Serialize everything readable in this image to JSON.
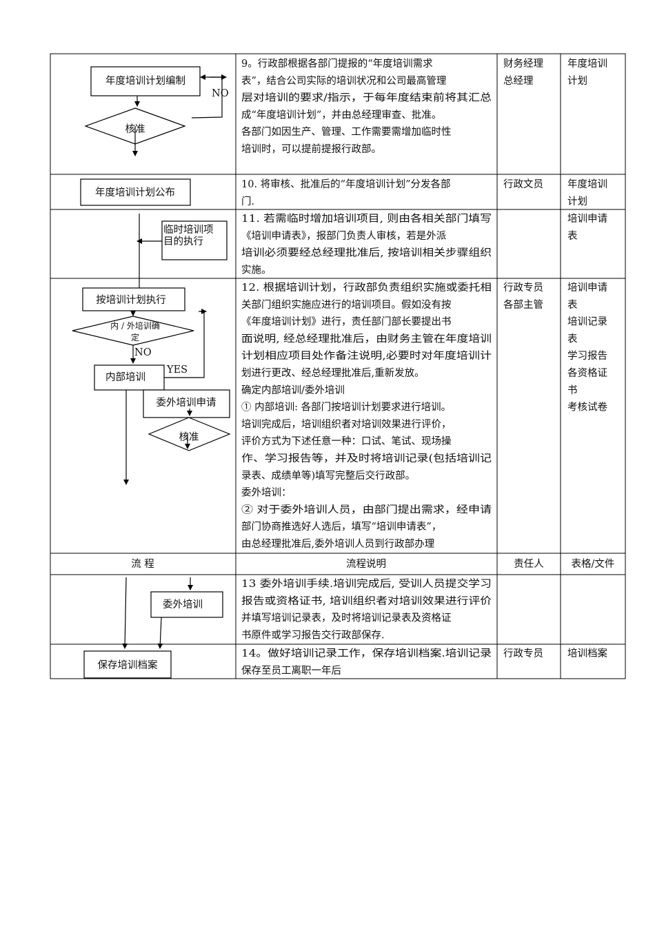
{
  "header_row": {
    "flow": "流  程",
    "desc": "流程说明",
    "owner": "责任人",
    "forms": "表格/文件"
  },
  "rows": [
    {
      "id": "row9",
      "desc_lines": [
        "9。行政部根据各部门提报的“年度培训需求",
        "表”，结合公司实际的培训状况和公司最高管理",
        "层对培训的要求/指示，于每年度结束前将其汇总",
        "成“年度培训计划”，并由总经理审查、批准。",
        "各部门如因生产、管理、工作需要需增加临时性",
        "培训时，可以提前提报行政部。"
      ],
      "owner_lines": [
        "财务经理",
        "总经理"
      ],
      "forms_lines": [
        "年度培训",
        "计划"
      ]
    },
    {
      "id": "row10",
      "desc_lines": [
        "10. 将审核、批准后的“年度培训计划”分发各部",
        "门."
      ],
      "owner_lines": [
        "行政文员"
      ],
      "forms_lines": [
        "年度培训",
        "计划"
      ]
    },
    {
      "id": "row11",
      "desc_lines": [
        "11. 若需临时增加培训项目, 则由各相关部门填写",
        "《培训申请表》，报部门负责人审核，若是外派",
        "培训必须要经总经理批准后, 按培训相关步骤组织",
        "实施。"
      ],
      "owner_lines": [],
      "forms_lines": [
        "培训申请",
        "表"
      ]
    },
    {
      "id": "row12",
      "desc_lines": [
        "12. 根据培训计划，行政部负责组织实施或委托相",
        "关部门组织实施应进行的培训项目。假如没有按",
        "《年度培训计划》进行，责任部门部长要提出书",
        "面说明, 经总经理批准后，由财务主管在年度培训",
        "计划相应项目处作备注说明,必要时对年度培训计",
        "划进行更改、经总经理批准后,重新发放。",
        "确定内部培训/委外培训",
        "① 内部培训: 各部门按培训计划要求进行培训。",
        "培训完成后，培训组织者对培训效果进行评价，",
        "评价方式为下述任意一种：口试、笔试、现场操",
        "作、学习报告等，并及时将培训记录(包括培训记",
        "录表、成绩单等)填写完整后交行政部。",
        "委外培训：",
        "② 对于委外培训人员，由部门提出需求，经申请",
        "部门协商推选好人选后，填写“培训申请表”，",
        "由总经理批准后,委外培训人员到行政部办理"
      ],
      "owner_lines": [
        "行政专员",
        "各部主管"
      ],
      "forms_lines": [
        "培训申请",
        "表",
        "培训记录",
        "表",
        "学习报告",
        "各资格证",
        "书",
        "考核试卷"
      ]
    },
    {
      "id": "row13",
      "desc_lines": [
        "13 委外培训手续.培训完成后, 受训人员提交学习",
        "报告或资格证书, 培训组织者对培训效果进行评价",
        "并填写培训记录表，及时将培训记录表及资格证",
        "书原件或学习报告交行政部保存."
      ],
      "owner_lines": [],
      "forms_lines": []
    },
    {
      "id": "row14",
      "desc_lines": [
        "14。做好培训记录工作，保存培训档案.培训记录",
        "保存至员工离职一年后"
      ],
      "owner_lines": [
        "行政专员"
      ],
      "forms_lines": [
        "培训档案"
      ]
    }
  ],
  "flowchart": {
    "annual_plan_box": "年度培训计划编制",
    "no_label_1": "NO",
    "approve_diamond_1": "核准",
    "publish_box": "年度培训计划公布",
    "temp_box_line1": "临时培训项",
    "temp_box_line2": "目的执行",
    "execute_box": "按培训计划执行",
    "decide_diamond_line1": "内 / 外培训确",
    "decide_diamond_line2": "定",
    "no_label_2": "NO",
    "yes_label": "YES",
    "internal_box": "内部培训",
    "external_apply_box": "委外培训申请",
    "approve_diamond_2": "核准",
    "external_box": "委外培训",
    "archive_box": "保存培训档案"
  }
}
